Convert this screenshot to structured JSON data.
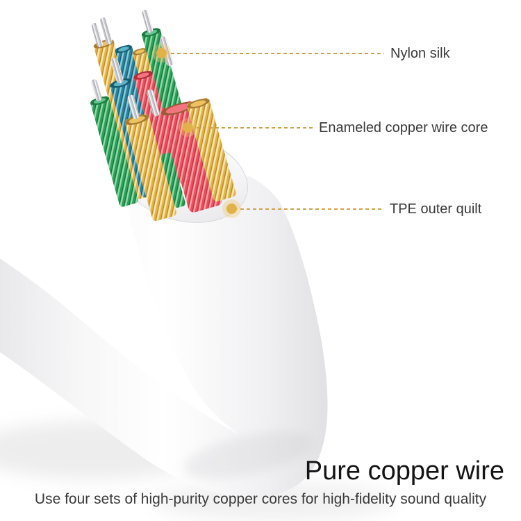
{
  "annotations": {
    "callouts": [
      {
        "label": "Nylon silk"
      },
      {
        "label": "Enameled copper wire core"
      },
      {
        "label": "TPE outer quilt"
      }
    ]
  },
  "footer": {
    "headline": "Pure copper wire",
    "subtitle": "Use four sets of high-purity copper cores for high-fidelity sound quality"
  },
  "product": {
    "subject": "White TPE cable cutaway revealing four sets of twisted copper wire cores with bare silver tips",
    "colors": {
      "accent_gold": "#e2b24a",
      "leader_line": "#cfa24a",
      "label_text": "#3a3a3a",
      "headline_text": "#141414",
      "cable_jacket": "#f2f2f4",
      "wire_green": "#2fa058",
      "wire_teal": "#2a849b",
      "wire_yellow": "#e3b347",
      "wire_red": "#ea4f5c",
      "wire_silver_tip": "#c6c6cb"
    }
  }
}
